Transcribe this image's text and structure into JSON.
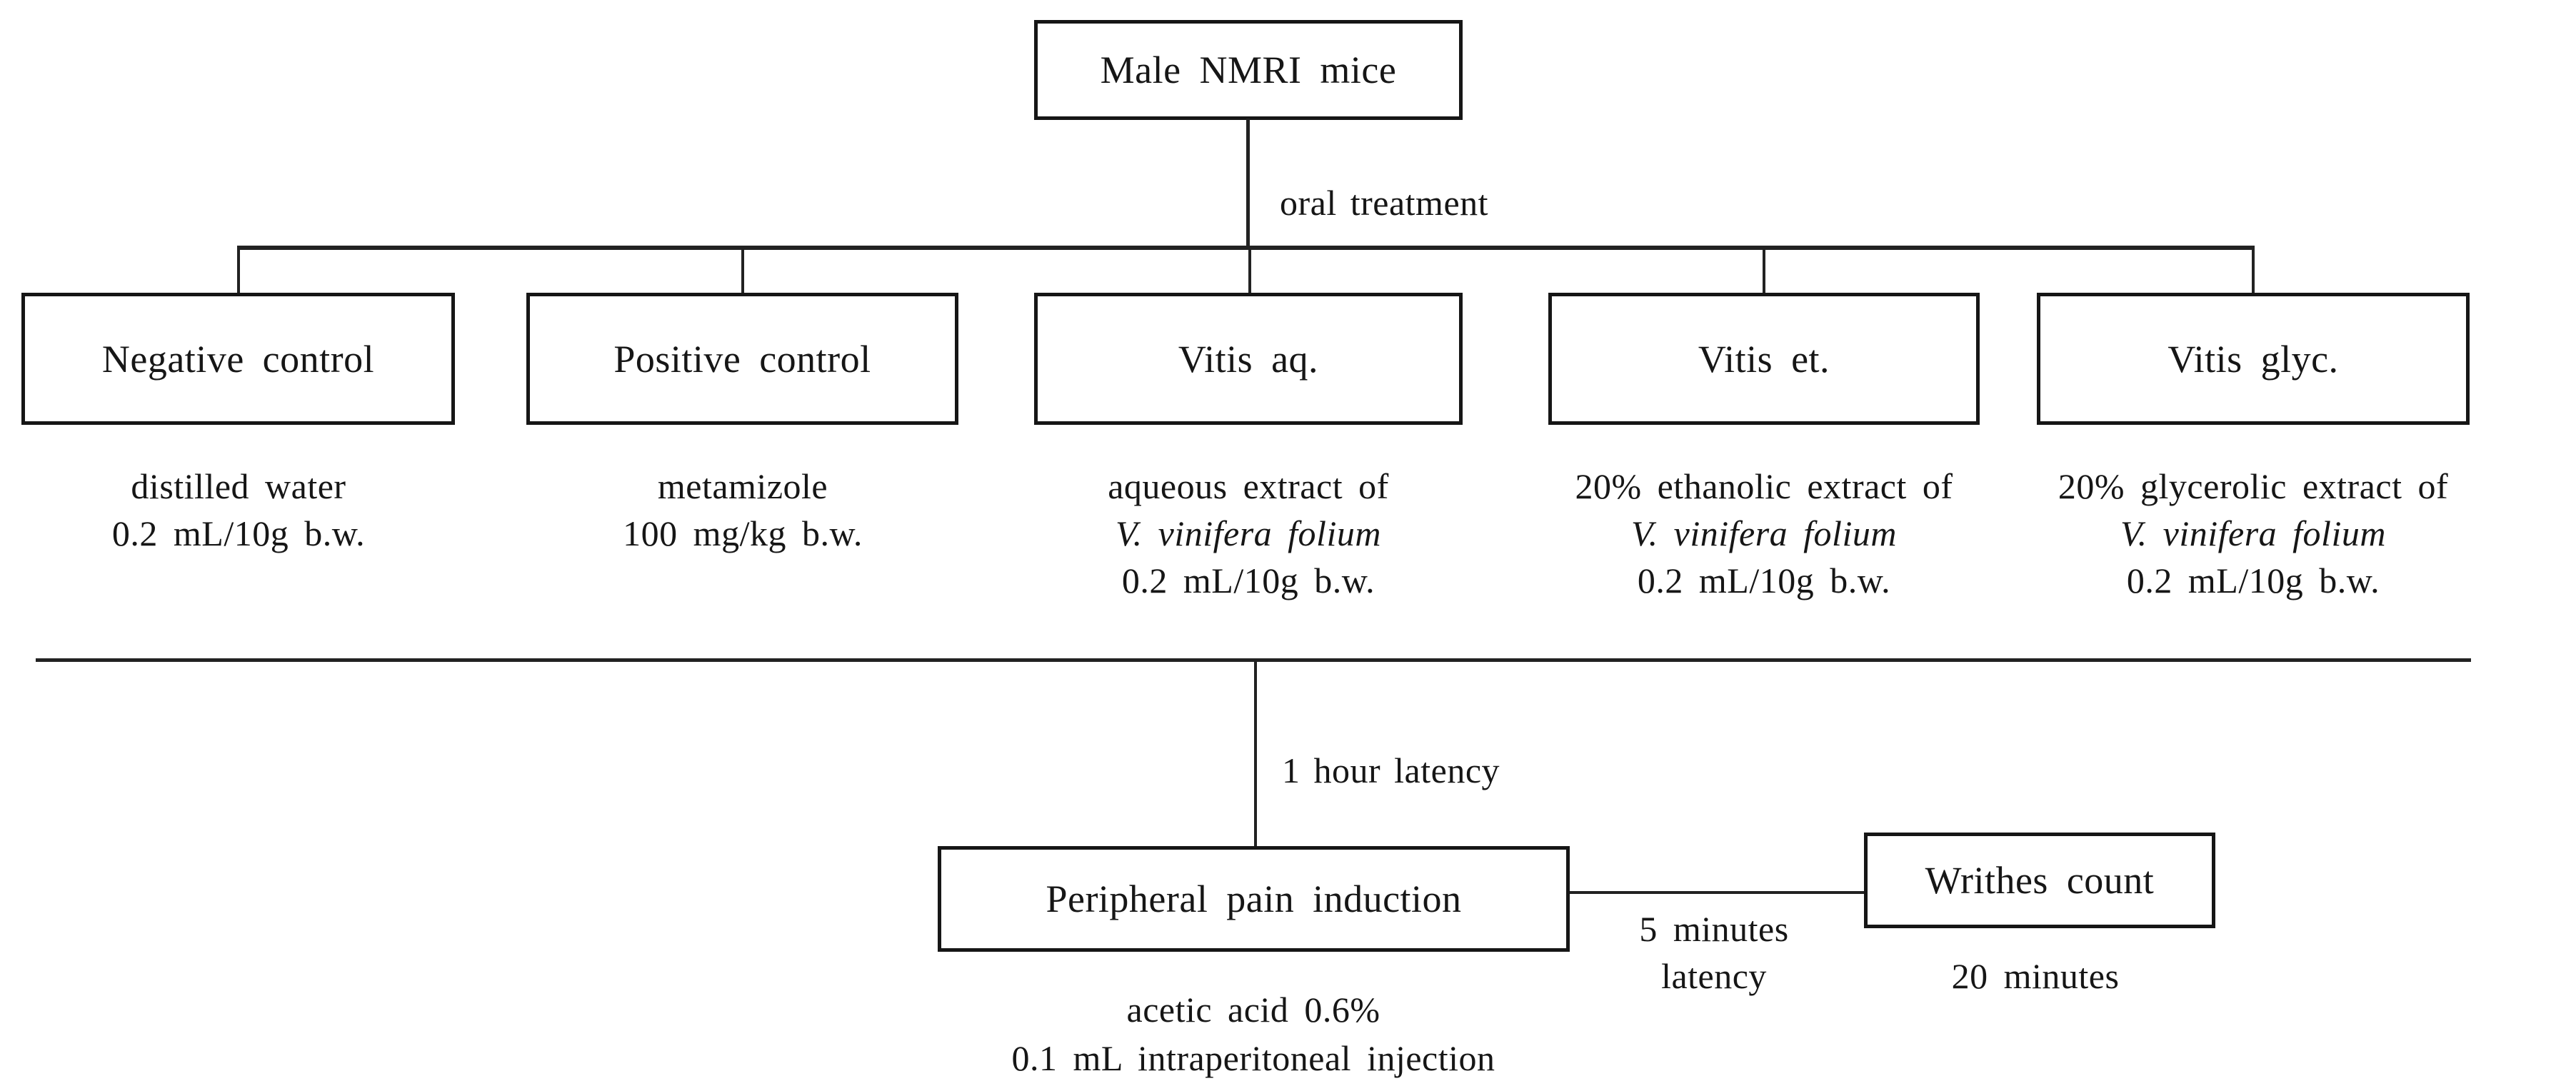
{
  "appearance": {
    "ink": "#161616",
    "line": "#222222",
    "background": "#ffffff"
  },
  "diagram": {
    "root": {
      "label": "Male NMRI mice"
    },
    "root_connector_label": "oral treatment",
    "groups": [
      {
        "label": "Negative control",
        "desc_lines": [
          "distilled water",
          "0.2 mL/10g b.w."
        ]
      },
      {
        "label": "Positive control",
        "desc_lines": [
          "metamizole",
          "100 mg/kg b.w."
        ]
      },
      {
        "label": "Vitis aq.",
        "desc_lines": [
          "aqueous extract of",
          "V. vinifera folium",
          "0.2 mL/10g b.w."
        ]
      },
      {
        "label": "Vitis et.",
        "desc_lines": [
          "20% ethanolic extract of",
          "V. vinifera folium",
          "0.2 mL/10g b.w."
        ]
      },
      {
        "label": "Vitis glyc.",
        "desc_lines": [
          "20% glycerolic extract of",
          "V. vinifera folium",
          "0.2 mL/10g b.w."
        ]
      }
    ],
    "phase2": {
      "latency_label": "1 hour latency",
      "pain_box_label": "Peripheral pain induction",
      "pain_desc_lines": [
        "acetic acid 0.6%",
        "0.1 mL intraperitoneal injection"
      ],
      "between_lines": [
        "5 minutes",
        "latency"
      ],
      "writhes_box_label": "Writhes count",
      "writhes_desc": "20 minutes"
    }
  }
}
